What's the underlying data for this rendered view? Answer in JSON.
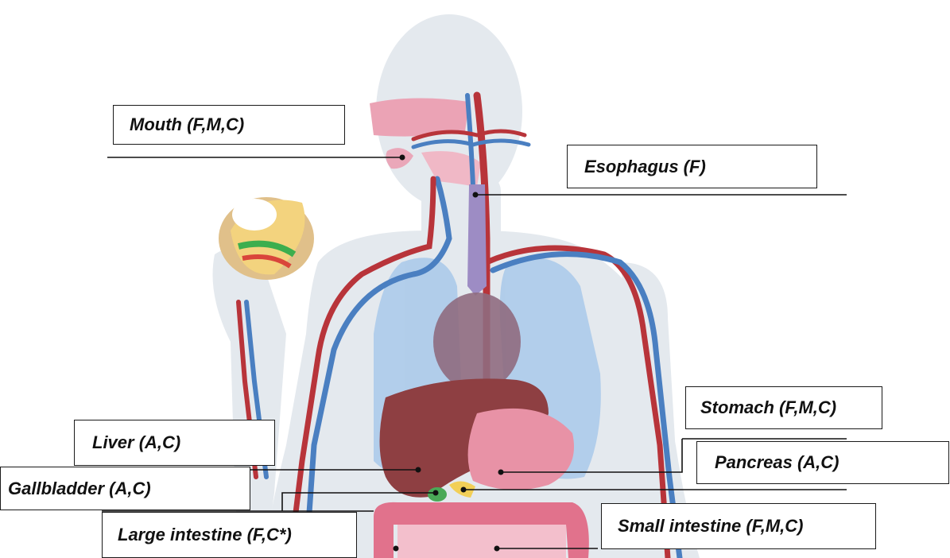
{
  "labels": {
    "mouth": "Mouth (F,M,C)",
    "esophagus": "Esophagus (F)",
    "stomach": "Stomach (F,M,C)",
    "liver": "Liver (A,C)",
    "pancreas": "Pancreas (A,C)",
    "gallbladder": "Gallbladder (A,C)",
    "large_intestine": "Large intestine (F,C*)",
    "small_intestine": "Small intestine (F,M,C)"
  },
  "colors": {
    "body_silhouette": "#e4e9ee",
    "lungs": "#a9c9ea",
    "artery": "#b8343a",
    "vein": "#4a7fc1",
    "liver": "#8e3f42",
    "stomach": "#e892a6",
    "intestine": "#e1728c",
    "esophagus": "#9d8cc4",
    "gallbladder": "#4aa957",
    "pancreas": "#f2cf57",
    "label_border": "#1a1a1a"
  }
}
